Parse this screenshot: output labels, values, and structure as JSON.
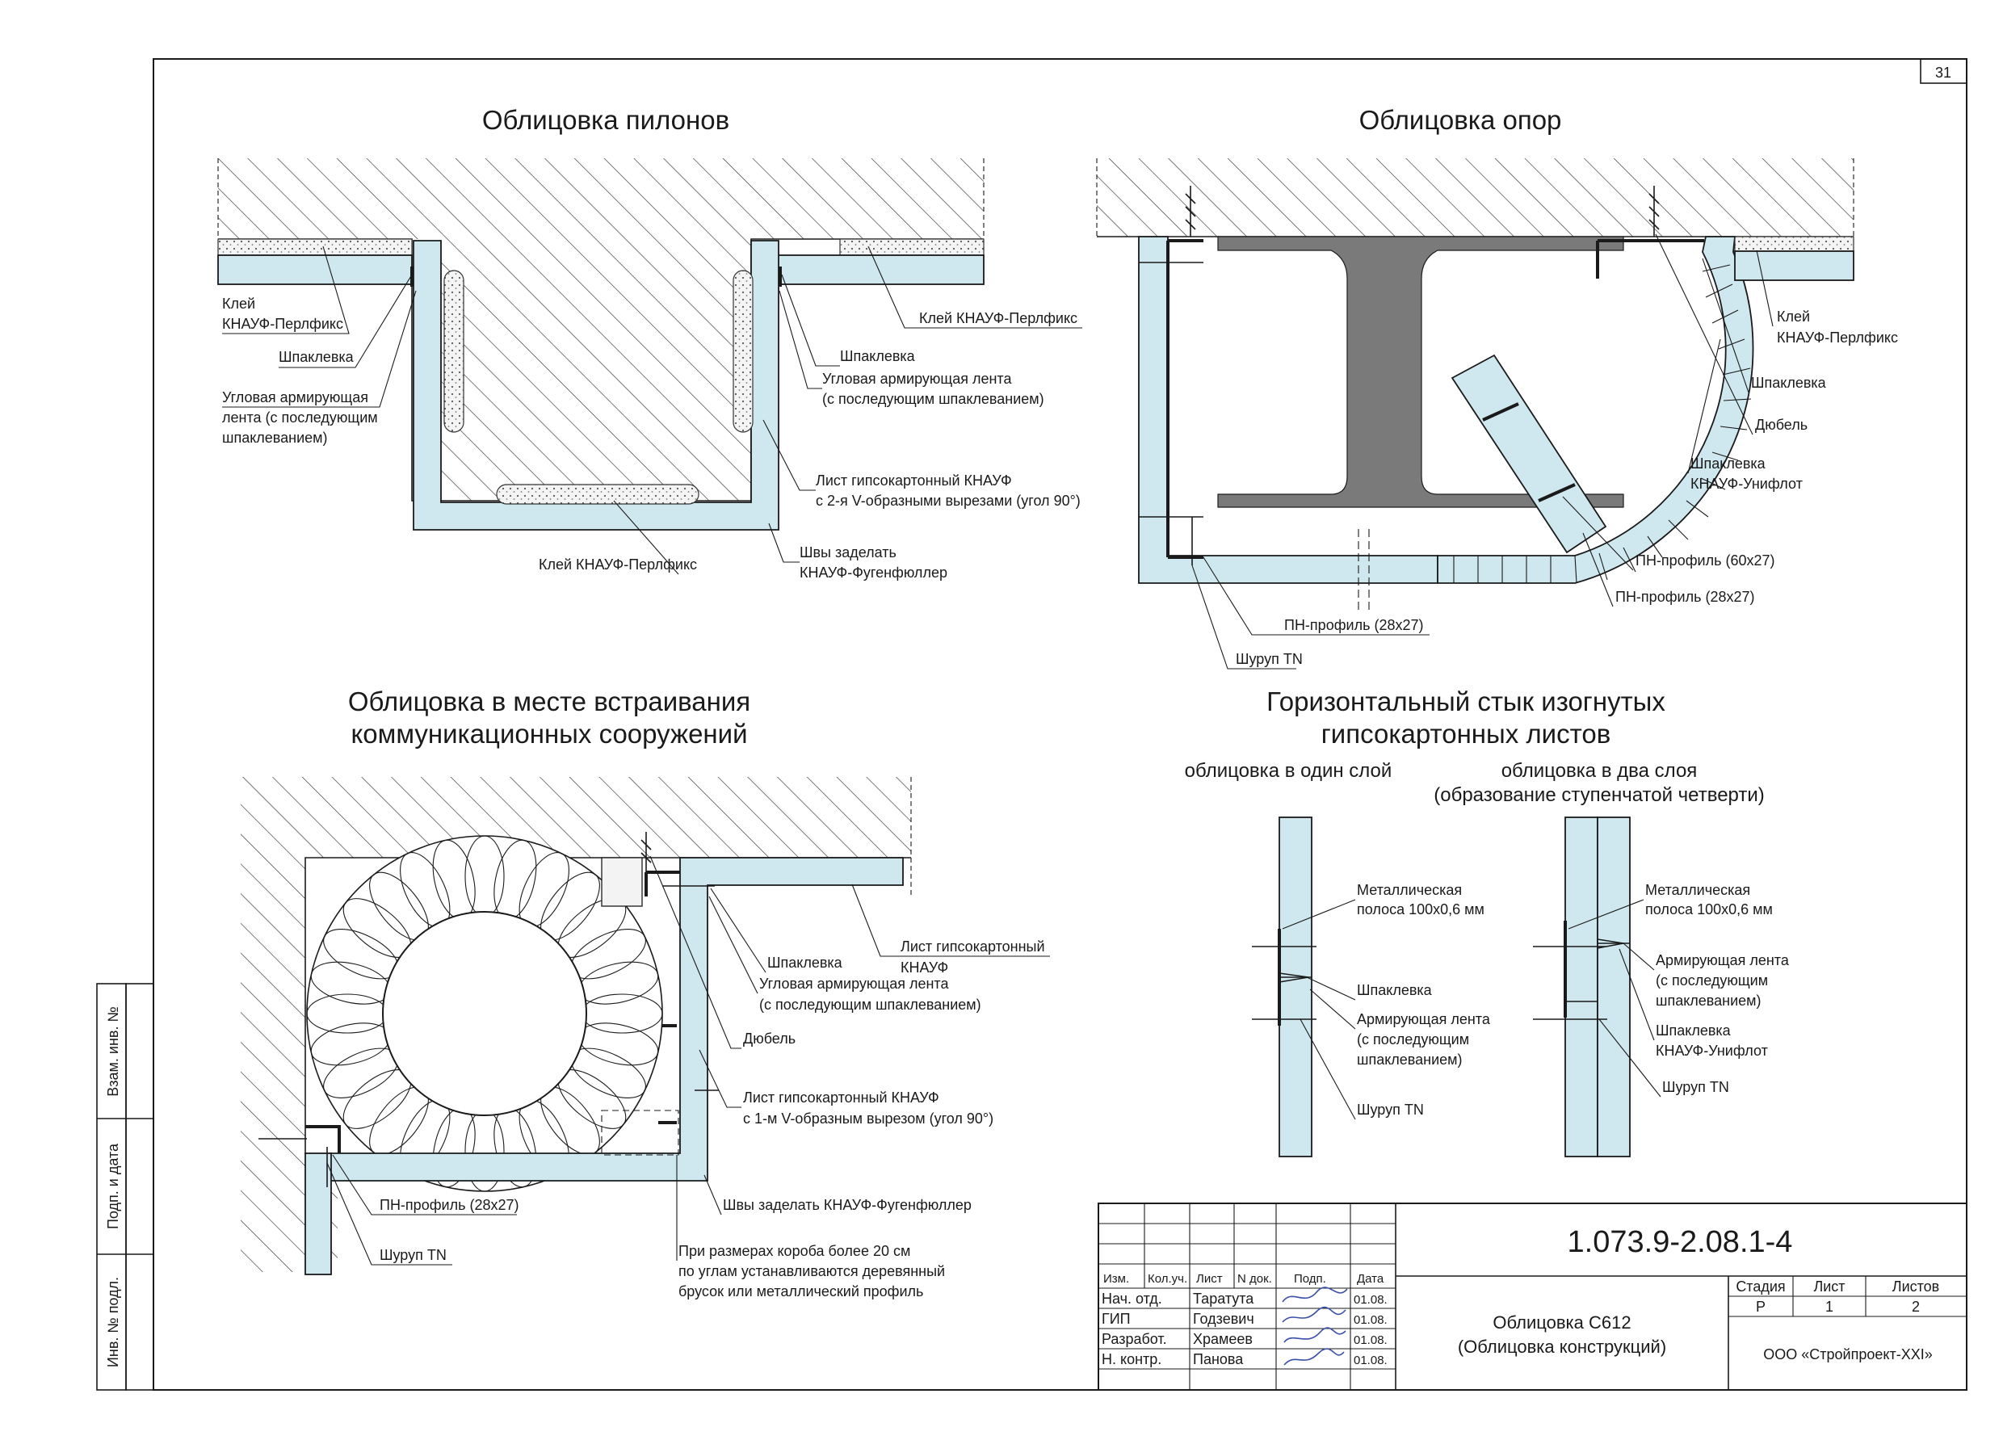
{
  "sheet": {
    "number": "31"
  },
  "sections": {
    "pylons": {
      "title": "Облицовка пилонов",
      "labels": {
        "glue_left": [
          "Клей",
          "КНАУФ-Перлфикс"
        ],
        "putty_left": "Шпаклевка",
        "tape_left": [
          "Угловая армирующая",
          "лента (с последующим",
          "шпаклеванием)"
        ],
        "glue_right": "Клей КНАУФ-Перлфикс",
        "putty_right": "Шпаклевка",
        "tape_right": [
          "Угловая армирующая лента",
          "(с последующим шпаклеванием)"
        ],
        "sheet_right": [
          "Лист гипсокартонный КНАУФ",
          "с 2-я V-образными вырезами (угол 90°)"
        ],
        "glue_bottom": "Клей КНАУФ-Перлфикс",
        "seams": [
          "Швы заделать",
          "КНАУФ-Фугенфюллер"
        ]
      }
    },
    "supports": {
      "title": "Облицовка опор",
      "labels": {
        "glue": [
          "Клей",
          "КНАУФ-Перлфикс"
        ],
        "putty": "Шпаклевка",
        "dowel": "Дюбель",
        "putty_uniflot": [
          "Шпаклевка",
          "КНАУФ-Унифлот"
        ],
        "pn60": "ПН-профиль (60х27)",
        "pn28_right": "ПН-профиль (28х27)",
        "pn28_left": "ПН-профиль (28х27)",
        "screw": "Шуруп TN"
      }
    },
    "comm": {
      "title": [
        "Облицовка в месте встраивания",
        "коммуникационных сооружений"
      ],
      "labels": {
        "sheet": [
          "Лист гипсокартонный",
          "КНАУФ"
        ],
        "putty": "Шпаклевка",
        "tape": [
          "Угловая армирующая лента",
          "(с последующим шпаклеванием)"
        ],
        "dowel": "Дюбель",
        "sheet_v": [
          "Лист гипсокартонный КНАУФ",
          "с 1-м V-образным вырезом (угол 90°)"
        ],
        "seams": "Швы заделать КНАУФ-Фугенфюллер",
        "pn": "ПН-профиль (28х27)",
        "screw": "Шуруп TN",
        "note": [
          "При размерах короба более 20 см",
          "по углам устанавливаются деревянный",
          "брусок или металлический профиль"
        ]
      }
    },
    "joint": {
      "title": [
        "Горизонтальный стык изогнутых",
        "гипсокартонных листов"
      ],
      "one": {
        "subtitle": "облицовка в один слой",
        "strip": [
          "Металлическая",
          "полоса 100х0,6 мм"
        ],
        "putty": "Шпаклевка",
        "tape": [
          "Армирующая лента",
          "(с последующим",
          "шпаклеванием)"
        ],
        "screw": "Шуруп TN"
      },
      "two": {
        "subtitle": [
          "облицовка в два слоя",
          "(образование ступенчатой четверти)"
        ],
        "strip": [
          "Металлическая",
          "полоса 100х0,6 мм"
        ],
        "tape": [
          "Армирующая лента",
          "(с последующим",
          "шпаклеванием)"
        ],
        "putty": [
          "Шпаклевка",
          "КНАУФ-Унифлот"
        ],
        "screw": "Шуруп TN"
      }
    }
  },
  "side_stamps": [
    "Взам. инв. №",
    "Подп. и дата",
    "Инв. № подл."
  ],
  "title_block": {
    "code": "1.073.9-2.08.1-4",
    "header": [
      "Изм.",
      "Кол.уч.",
      "Лист",
      "N док.",
      "Подп.",
      "Дата"
    ],
    "rows": [
      {
        "role": "Нач. отд.",
        "name": "Таратута",
        "date": "01.08."
      },
      {
        "role": "ГИП",
        "name": "Годзевич",
        "date": "01.08."
      },
      {
        "role": "Разработ.",
        "name": "Храмеев",
        "date": "01.08."
      },
      {
        "role": "Н. контр.",
        "name": "Панова",
        "date": "01.08."
      }
    ],
    "description": [
      "Облицовка С612",
      "(Облицовка конструкций)"
    ],
    "stage_header": [
      "Стадия",
      "Лист",
      "Листов"
    ],
    "stage_values": [
      "Р",
      "1",
      "2"
    ],
    "company": "ООО «Стройпроект-XXI»"
  }
}
